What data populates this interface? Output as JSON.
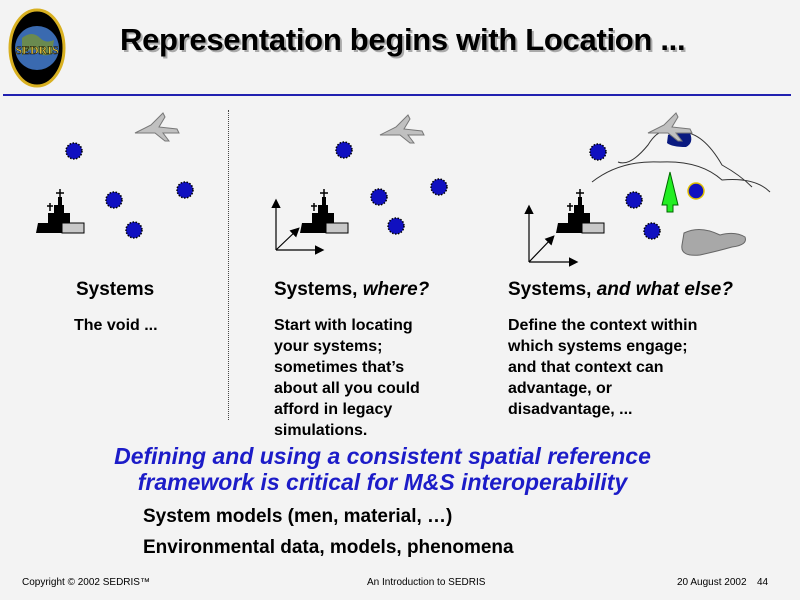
{
  "title": "Representation begins with Location ...",
  "logo_text": "SEDRIS",
  "columns": [
    {
      "heading": "Systems",
      "heading_em": "",
      "body": [
        "The void ..."
      ]
    },
    {
      "heading": "Systems, ",
      "heading_em": "where?",
      "body": [
        "Start with locating",
        "your systems;",
        "sometimes that’s",
        "about all you could",
        "afford in legacy",
        "simulations."
      ]
    },
    {
      "heading": "Systems, ",
      "heading_em": "and what else?",
      "body": [
        "Define the context within",
        "which systems engage;",
        "and that context can",
        "advantage, or",
        "disadvantage, ..."
      ]
    }
  ],
  "key_message": [
    "Defining and using a consistent spatial reference",
    "framework is critical for M&S interoperability"
  ],
  "bullets": [
    "System models (men, material, …)",
    "Environmental data, models, phenomena"
  ],
  "footer": {
    "copyright": "Copyright © 2002 SEDRIS™",
    "center": "An Introduction to SEDRIS",
    "date": "20 August 2002",
    "page": "44"
  },
  "colors": {
    "accent": "#1c1cc8",
    "rule": "#2020b0",
    "unit": "#1010c0"
  }
}
